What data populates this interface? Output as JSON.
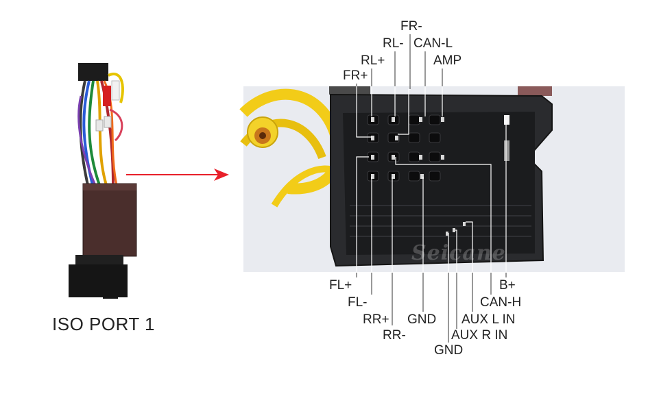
{
  "caption": "ISO PORT 1",
  "watermark": "Seicane",
  "arrow_color": "#e8202a",
  "pin_labels": {
    "fr_minus": "FR-",
    "rl_minus": "RL-",
    "can_l": "CAN-L",
    "rl_plus": "RL+",
    "amp": "AMP",
    "fr_plus": "FR+",
    "fl_plus": "FL+",
    "b_plus": "B+",
    "fl_minus": "FL-",
    "can_h": "CAN-H",
    "rr_plus": "RR+",
    "gnd_1": "GND",
    "aux_l_in": "AUX L IN",
    "rr_minus": "RR-",
    "aux_r_in": "AUX R IN",
    "gnd_2": "GND"
  }
}
